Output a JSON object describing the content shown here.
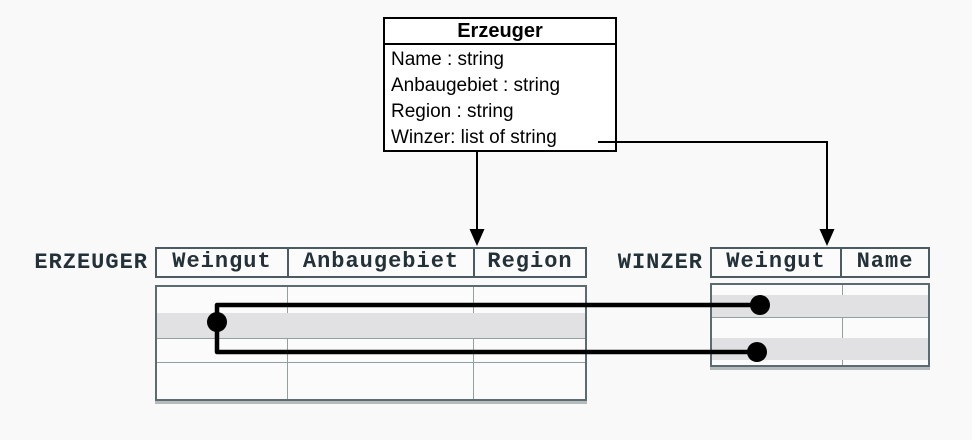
{
  "class_box": {
    "title": "Erzeuger",
    "attributes": [
      "Name : string",
      "Anbaugebiet : string",
      "Region : string",
      "Winzer: list of string"
    ]
  },
  "tables": {
    "erzeuger": {
      "label": "ERZEUGER",
      "columns": [
        "Weingut",
        "Anbaugebiet",
        "Region"
      ]
    },
    "winzer": {
      "label": "WINZER",
      "columns": [
        "Weingut",
        "Name"
      ]
    }
  },
  "colors": {
    "background": "#f9f9f9",
    "table_text": "#233139",
    "table_border_dark": "#4c5b61",
    "grid_line": "#93a0a0",
    "row_highlight": "#e1e1e4",
    "connector": "#000000"
  }
}
